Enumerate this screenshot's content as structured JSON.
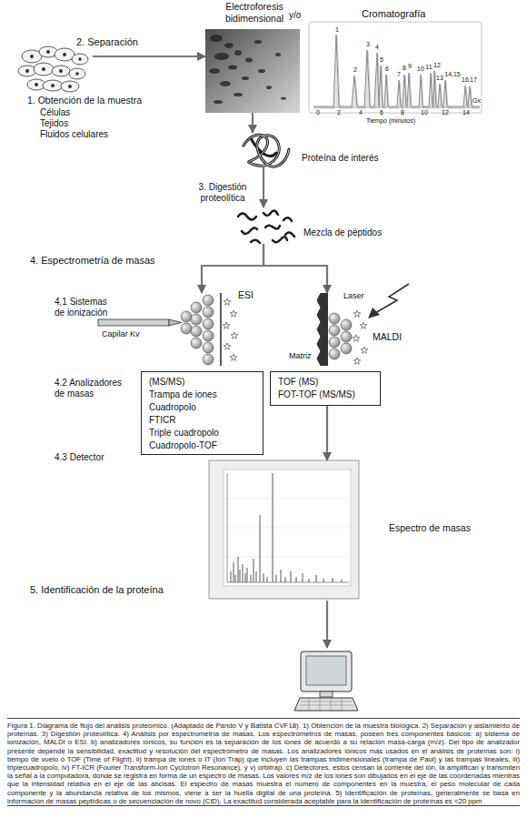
{
  "diagram": {
    "caption": "Figura 1. Diagrama de flujo del análisis proteómico. (Adaptado de Pando V y Batista CVF18). 1) Obtención de la muestra biológica. 2) Separación y aislamiento de proteínas. 3) Digestión proteolítica. 4) Análisis por espectrometría de masas. Los espectrómetros de masas, poseen tres componentes básicos: a) sistema de ionización, MALDI o ESI. b) analizadores iónicos, su función es la separación de los iones de acuerdo a su relación masa-carga (m/z). Del tipo de analizador presente depende la sensibilidad, exactitud y resolución del espectrómetro de masas. Los analizadores iónicos más usados en el análisis de proteínas son: i) tiempo de vuelo ó TOF (Time of Flight), ii) trampa de iones o IT (Ion Trap) que incluyen las trampas tridimensionales (trampa de Paul) y las trampas lineales, iii) triplecuadropolo, iv) FT-ICR (Fourier Transform-Ion Cyclotron Resonance), y v) orbitrap. c) Detectores, estos censan la corriente del ión, la amplifican y transmiten la señal a la computadora, donde se registra en forma de un espectro de masas. Los valores m/z de los iones son dibujados en el eje de las coordenadas mientras que la intensidad relativa en el eje de las abcisas. El espectro de masas muestra el número de componentes en la muestra, el peso molecular de cada componente y la abundancia relativa de los mismos, viene a ser la huella digital de una proteína. 5) Identificación de proteínas, generalmente se basa en información de masas peptídicas o de secuenciación de novo (CID). La exactitud considerada aceptable para la identificación de proteínas es <20 ppm",
    "nodes": [
      {
        "text": [
          "1. Obtención de la muestra",
          "Células",
          "Tejidos",
          "Fluidos celulares"
        ]
      },
      {
        "text": [
          "Electroforesis bidimensional"
        ]
      },
      {
        "text": [
          "Cromatografía"
        ]
      },
      {
        "text": [
          "Proteína de interés"
        ]
      },
      {
        "text": [
          "Mezcla de péptidos"
        ]
      },
      {
        "text": [
          "ESI"
        ]
      },
      {
        "text": [
          "MALDI"
        ]
      },
      {
        "text": [
          "(MS/MS)",
          "Trampa de iones",
          "Cuadropolo",
          "FTICR",
          "Triple cuadropolo",
          "Cuadropolo-TOF"
        ]
      },
      {
        "text": [
          "TOF (MS)",
          "FOT-TOF (MS/MS)"
        ]
      },
      {
        "text": [
          "Espectro de masas"
        ]
      }
    ],
    "edges": [
      {
        "from": 0,
        "to": 1,
        "arrow": "to",
        "label": "2. Separación"
      },
      {
        "from": 1,
        "to": 3,
        "arrow": "to"
      },
      {
        "from": 3,
        "to": 4,
        "arrow": "to",
        "label": "3. Digestión proteolítica"
      },
      {
        "from": 4,
        "to": 5,
        "arrow": "to"
      },
      {
        "from": 4,
        "to": 6,
        "arrow": "to"
      },
      {
        "from": 8,
        "to": 9,
        "arrow": "to"
      }
    ],
    "labels": [
      "y/o",
      "4. Espectrometría de masas",
      "4.1 Sistemas de ionización",
      "4.2 Analizadores de masas",
      "4.3 Detector",
      "5. Identificación de la proteína",
      "Capilar Kv",
      "Laser",
      "Matriz",
      "1",
      "2",
      "3",
      "4",
      "5",
      "6",
      "7",
      "8",
      "9",
      "10",
      "11",
      "12",
      "13",
      "14,15",
      "16",
      "17",
      "0",
      "2",
      "4",
      "6",
      "8",
      "10",
      "12",
      "14",
      "Tiempo (minutos)",
      "Gx"
    ]
  }
}
